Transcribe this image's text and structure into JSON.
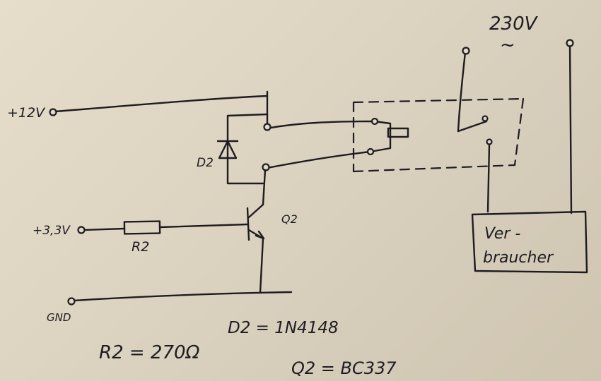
{
  "labels": {
    "v12": "+12V",
    "v33": "+3,3V",
    "gnd": "GND",
    "mains": "230V",
    "mains_ac": "~",
    "diode_ref": "D2",
    "transistor_ref": "Q2",
    "resistor_ref": "R2",
    "load_line1": "Ver -",
    "load_line2": "braucher"
  },
  "parts": {
    "diode": "D2 = 1N4148",
    "resistor": "R2 = 270Ω",
    "transistor": "Q2 = BC337"
  }
}
